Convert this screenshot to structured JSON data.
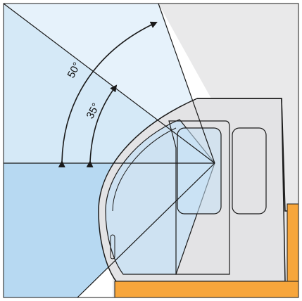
{
  "diagram": {
    "angles": [
      {
        "label": "50°",
        "degrees": 50
      },
      {
        "label": "35°",
        "degrees": 35
      }
    ],
    "colors": {
      "sky_blue": "#b7d9f2",
      "light_blue": "#d5e9f7",
      "pale_blue": "#e6f2fb",
      "panel_gray": "#e9e9ea",
      "cab_gray": "#e3e3e5",
      "orange": "#f7a63c",
      "line": "#1a1a1a"
    }
  }
}
